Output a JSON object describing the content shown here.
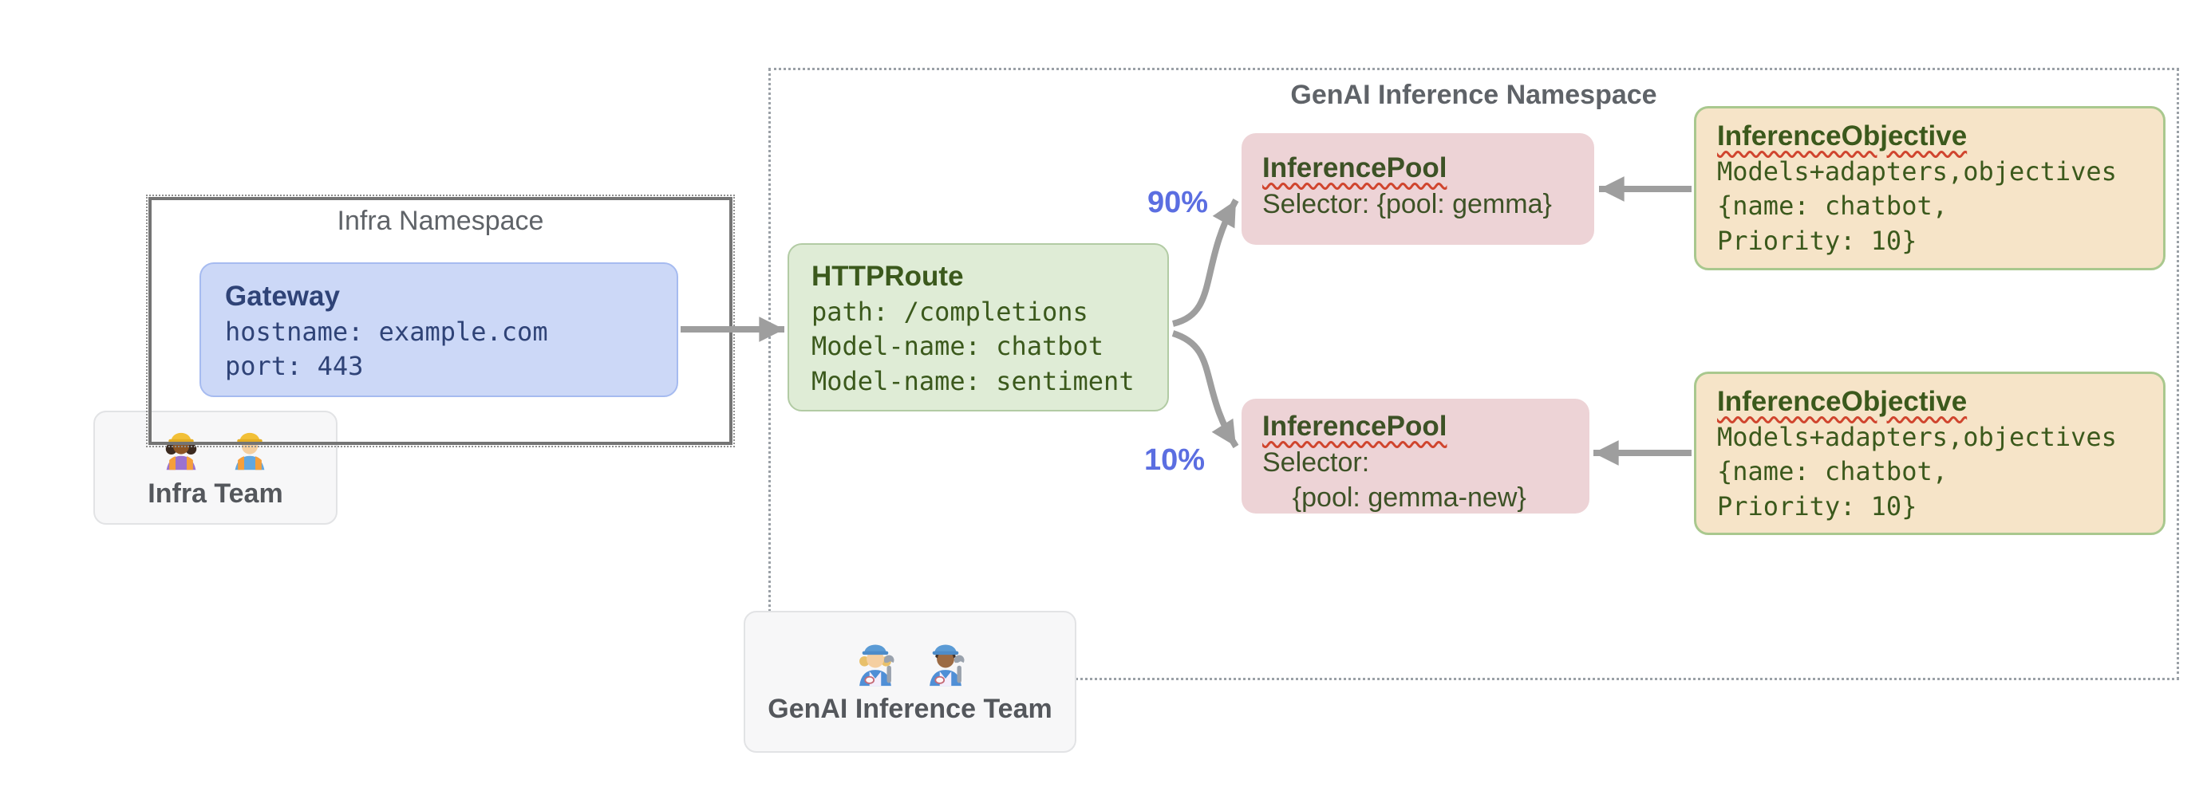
{
  "infra_namespace": {
    "title": "Infra Namespace"
  },
  "gateway": {
    "title": "Gateway",
    "lines": [
      "hostname: example.com",
      "port: 443"
    ]
  },
  "infra_team": {
    "label": "Infra Team",
    "icons": [
      "woman-construction-worker-icon",
      "man-construction-worker-icon"
    ]
  },
  "genai_namespace": {
    "title": "GenAI Inference Namespace"
  },
  "httproute": {
    "title": "HTTPRoute",
    "lines": [
      "path: /completions",
      "Model-name: chatbot",
      "Model-name: sentiment"
    ]
  },
  "traffic_split": {
    "top_label": "90%",
    "bottom_label": "10%"
  },
  "inference_pool_top": {
    "title": "InferencePool",
    "lines": [
      "Selector: {pool: gemma}"
    ]
  },
  "inference_pool_bottom": {
    "title": "InferencePool",
    "lines": [
      "Selector:",
      "    {pool: gemma-new}"
    ]
  },
  "inference_objective_top": {
    "title": "InferenceObjective",
    "lines": [
      "Models+adapters,objectives",
      "{name: chatbot,",
      "Priority: 10}"
    ]
  },
  "inference_objective_bottom": {
    "title": "InferenceObjective",
    "lines": [
      "Models+adapters,objectives",
      "{name: chatbot,",
      "Priority: 10}"
    ]
  },
  "genai_team": {
    "label": "GenAI Inference Team",
    "icons": [
      "woman-mechanic-icon",
      "man-mechanic-icon"
    ]
  },
  "colors": {
    "gateway_fill": "#ccd8f7",
    "gateway_text": "#2f4377",
    "route_fill": "#dfecd6",
    "route_text": "#3b591c",
    "pool_fill": "#edd3d6",
    "objective_fill": "#f6e4c8",
    "objective_border": "#a9c88e",
    "namespace_text": "#5f6368",
    "arrow": "#9e9e9e",
    "split_label": "#5b6ee1",
    "spellcheck_squiggle": "#d0452e"
  }
}
